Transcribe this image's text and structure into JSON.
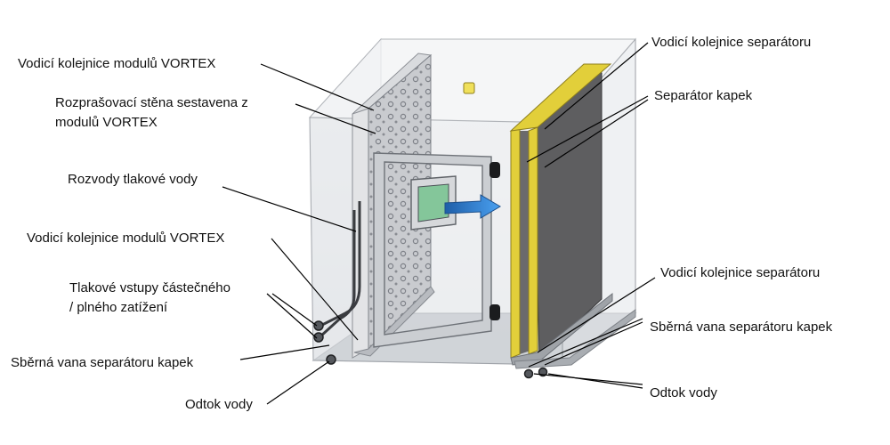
{
  "labels": {
    "left": {
      "vortex_rail_top": "Vodicí kolejnice modulů VORTEX",
      "spray_wall_line1": "Rozprašovací stěna sestavena z",
      "spray_wall_line2": "modulů VORTEX",
      "pressure_water": "Rozvody tlakové vody",
      "vortex_rail_bottom": "Vodicí kolejnice modulů VORTEX",
      "pressure_inputs_line1": "Tlakové vstupy částečného",
      "pressure_inputs_line2": "/ plného zatížení",
      "collecting_tray": "Sběrná vana separátoru kapek",
      "water_drain": "Odtok vody"
    },
    "right": {
      "separator_rail_top": "Vodicí kolejnice separátoru",
      "droplet_separator": "Separátor kapek",
      "separator_rail_bottom": "Vodicí kolejnice separátoru",
      "collecting_tray": "Sběrná vana separátoru kapek",
      "water_drain": "Odtok vody"
    }
  },
  "colors": {
    "separator_frame": "#e2cf3a",
    "separator_panel": "#5e5e60",
    "flow_arrow": "#2f7fd6",
    "spray_wall": "#c9cbcf"
  }
}
